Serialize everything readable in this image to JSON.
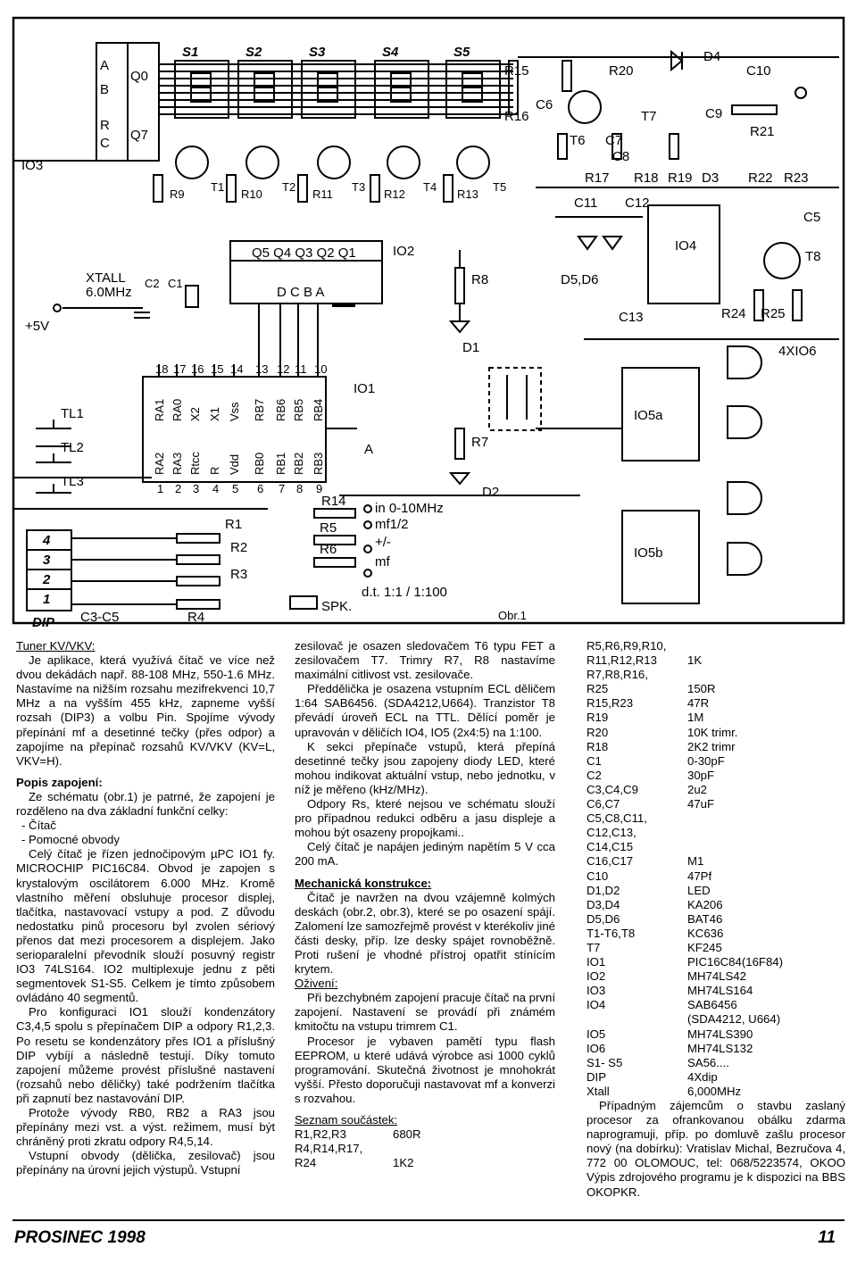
{
  "schematic": {
    "figure_label": "Obr.1",
    "labels": {
      "io3": "IO3",
      "io1": "IO1",
      "io2": "IO2",
      "io4": "IO4",
      "io5a": "IO5a",
      "io5b": "IO5b",
      "hex_inv": "4XIO6",
      "xtall": "XTALL",
      "xtall_freq": "6.0MHz",
      "supply": "+5V",
      "dip": "DIP",
      "c3c5": "C3-C5",
      "spk": "SPK.",
      "tl1": "TL1",
      "tl2": "TL2",
      "tl3": "TL3",
      "s1": "S1",
      "s2": "S2",
      "s3": "S3",
      "s4": "S4",
      "s5": "S5",
      "in_range": "in 0-10MHz",
      "mf12": "mf1/2",
      "mf": "mf",
      "plusminus": "+/-",
      "dt": "d.t. 1:1 / 1:100",
      "t1": "T1",
      "t2": "T2",
      "t3": "T3",
      "t4": "T4",
      "t5": "T5",
      "t6": "T6",
      "t7": "T7",
      "t8": "T8",
      "r9": "R9",
      "r10": "R10",
      "r11": "R11",
      "r12": "R12",
      "r13": "R13",
      "r1": "R1",
      "r2": "R2",
      "r3": "R3",
      "r4": "R4",
      "r5": "R5",
      "r6": "R6",
      "r7": "R7",
      "r8": "R8",
      "r14": "R14",
      "r15": "R15",
      "r16": "R16",
      "r17": "R17",
      "r18": "R18",
      "r19": "R19",
      "r20": "R20",
      "r21": "R21",
      "r22": "R22",
      "r23": "R23",
      "r24": "R24",
      "r25": "R25",
      "c1": "C1",
      "c2": "C2",
      "c5": "C5",
      "c6": "C6",
      "c7": "C7",
      "c8": "C8",
      "c9": "C9",
      "c10": "C10",
      "c11": "C11",
      "c12": "C12",
      "c13": "C13",
      "d1": "D1",
      "d2": "D2",
      "d3": "D3",
      "d4": "D4",
      "d56": "D5,D6",
      "a_lbl": "A",
      "q_lbl": "Q5 Q4 Q3 Q2 Q1",
      "dcba": "D C B A",
      "sr_a": "A",
      "sr_b": "B",
      "sr_r": "R",
      "sr_c": "C",
      "sr_q0": "Q0",
      "sr_q7": "Q7",
      "dip4": "4",
      "dip3": "3",
      "dip2": "2",
      "dip1": "1"
    },
    "pic_top_pins": [
      "RA1",
      "RA0",
      "X2",
      "X1",
      "Vss",
      "RB7",
      "RB6",
      "RB5",
      "RB4"
    ],
    "pic_bottom_pins": [
      "RA2",
      "RA3",
      "Rtcc",
      "R",
      "Vdd",
      "RB0",
      "RB1",
      "RB2",
      "RB3"
    ],
    "pic_top_nums": [
      "18",
      "17",
      "16",
      "15",
      "14",
      "13",
      "12",
      "11",
      "10"
    ],
    "pic_bottom_nums": [
      "1",
      "2",
      "3",
      "4",
      "5",
      "6",
      "7",
      "8",
      "9"
    ]
  },
  "col1": {
    "tuner_head": "Tuner KV/VKV:",
    "p1": "Je aplikace, která využívá čítač ve více než dvou dekádách např. 88-108 MHz, 550-1.6 MHz. Nastavíme na nižším rozsahu mezifrekvenci 10,7 MHz a na vyšším 455 kHz, zapneme vyšší rozsah (DIP3) a volbu Pin. Spojíme vývody přepínání mf a desetinné tečky (přes odpor) a zapojíme na přepínač rozsahů KV/VKV (KV=L, VKV=H).",
    "popis_head": "Popis zapojení:",
    "p2": "Ze schématu (obr.1) je patrné, že zapojení je rozděleno na dva základní funkční celky:",
    "li1": "- Čítač",
    "li2": "- Pomocné obvody",
    "p3": "Celý čítač je řízen jednočipovým µPC IO1 fy. MICROCHIP PIC16C84. Obvod je zapojen s krystalovým oscilátorem 6.000 MHz. Kromě vlastního měření obsluhuje procesor displej, tlačítka, nastavovací vstupy a pod. Z důvodu nedostatku pinů procesoru byl zvolen sériový přenos dat mezi procesorem a displejem. Jako serioparalelní převodník slouží posuvný registr IO3 74LS164. IO2 multiplexuje jednu z pěti segmentovek S1-S5. Celkem je tímto způsobem ovládáno 40 segmentů.",
    "p4": "Pro konfiguraci IO1 slouží kondenzátory C3,4,5 spolu s přepínačem DIP a odpory R1,2,3. Po resetu se kondenzátory přes IO1 a příslušný DIP vybíjí a následně testují. Díky tomuto zapojení můžeme provést příslušné nastavení (rozsahů nebo děličky) také podržením tlačítka při zapnutí bez nastavování DIP.",
    "p5": "Protože vývody RB0, RB2 a RA3 jsou přepínány mezi vst. a výst. režimem, musí být chráněný proti zkratu odpory R4,5,14.",
    "p6": "Vstupní obvody (dělička, zesilovač) jsou přepínány na úrovni jejich výstupů. Vstupní"
  },
  "col2": {
    "p1": "zesilovač je osazen sledovačem T6 typu FET a zesilovačem T7. Trimry R7, R8 nastavíme maximální citlivost vst. zesilovače.",
    "p2": "Předdělička je osazena vstupním ECL děličem 1:64 SAB6456. (SDA4212,U664). Tranzistor T8 převádí úroveň ECL na TTL. Dělící poměr je upravován v děličích IO4, IO5 (2x4:5) na 1:100.",
    "p3": "K sekci přepínače vstupů, která přepíná desetinné tečky jsou zapojeny diody LED, které mohou indikovat aktuální vstup, nebo jednotku, v níž je měřeno (kHz/MHz).",
    "p4": "Odpory Rs, které nejsou ve schématu slouží pro případnou redukci odběru a jasu displeje a mohou být osazeny propojkami..",
    "p5": "Celý čítač je napájen jediným napětím 5 V cca 200 mA.",
    "mech_head": "Mechanická konstrukce:",
    "p6": "Čítač je navržen na dvou vzájemně kolmých deskách (obr.2, obr.3), které se po osazení spájí. Zalomení lze samozřejmě provést v kterékoliv jiné části desky, příp. lze desky spájet rovnoběžně. Proti rušení je vhodné přístroj opatřit stínícím krytem.",
    "ozi_head": "Oživení:",
    "p7": "Při bezchybném zapojení pracuje čítač na první zapojení. Nastavení se provádí při známém kmitočtu na vstupu trimrem C1.",
    "p8": "Procesor je vybaven pamětí typu flash EEPROM, u které udává výrobce asi 1000 cyklů programování. Skutečná životnost je mnohokrát vyšší. Přesto doporučuji nastavovat mf a konverzi s rozvahou.",
    "seznam_head": "Seznam součástek:",
    "parts": [
      {
        "name": "R1,R2,R3",
        "value": "680R"
      },
      {
        "name": "R4,R14,R17,",
        "value": ""
      },
      {
        "name": "R24",
        "value": "1K2"
      }
    ]
  },
  "col3": {
    "parts": [
      {
        "name": "R5,R6,R9,R10,",
        "value": ""
      },
      {
        "name": "R11,R12,R13",
        "value": "1K"
      },
      {
        "name": "R7,R8,R16,",
        "value": ""
      },
      {
        "name": "R25",
        "value": "150R"
      },
      {
        "name": "R15,R23",
        "value": "47R"
      },
      {
        "name": "R19",
        "value": "1M"
      },
      {
        "name": "R20",
        "value": "10K  trimr."
      },
      {
        "name": "R18",
        "value": "2K2 trimr"
      },
      {
        "name": "C1",
        "value": "0-30pF"
      },
      {
        "name": "C2",
        "value": "30pF"
      },
      {
        "name": "C3,C4,C9",
        "value": "2u2"
      },
      {
        "name": "C6,C7",
        "value": "47uF"
      },
      {
        "name": "C5,C8,C11,",
        "value": ""
      },
      {
        "name": "C12,C13,",
        "value": ""
      },
      {
        "name": "C14,C15",
        "value": ""
      },
      {
        "name": "C16,C17",
        "value": "M1"
      },
      {
        "name": "C10",
        "value": "47Pf"
      },
      {
        "name": "D1,D2",
        "value": "LED"
      },
      {
        "name": "D3,D4",
        "value": "KA206"
      },
      {
        "name": "D5,D6",
        "value": "BAT46"
      },
      {
        "name": "T1-T6,T8",
        "value": "KC636"
      },
      {
        "name": "T7",
        "value": "KF245"
      },
      {
        "name": "IO1",
        "value": "PIC16C84(16F84)"
      },
      {
        "name": "IO2",
        "value": "MH74LS42"
      },
      {
        "name": "IO3",
        "value": "MH74LS164"
      },
      {
        "name": "IO4",
        "value": "SAB6456"
      },
      {
        "name": "",
        "value": "(SDA4212, U664)"
      },
      {
        "name": "IO5",
        "value": "MH74LS390"
      },
      {
        "name": "IO6",
        "value": "MH74LS132"
      },
      {
        "name": "S1- S5",
        "value": "SA56...."
      },
      {
        "name": "DIP",
        "value": "4Xdip"
      },
      {
        "name": "Xtall",
        "value": "6,000MHz"
      }
    ],
    "p_end": "Případným zájemcům o stavbu zaslaný procesor za ofrankovanou obálku zdarma naprogramuji, příp. po domluvě zašlu procesor nový (na dobírku): Vratislav Michal, Bezručova 4, 772 00 OLOMOUC, tel: 068/5223574, OKOO Výpis zdrojového programu je k dispozici na BBS OKOPKR."
  },
  "footer": {
    "left": "PROSINEC 1998",
    "right": "11"
  }
}
